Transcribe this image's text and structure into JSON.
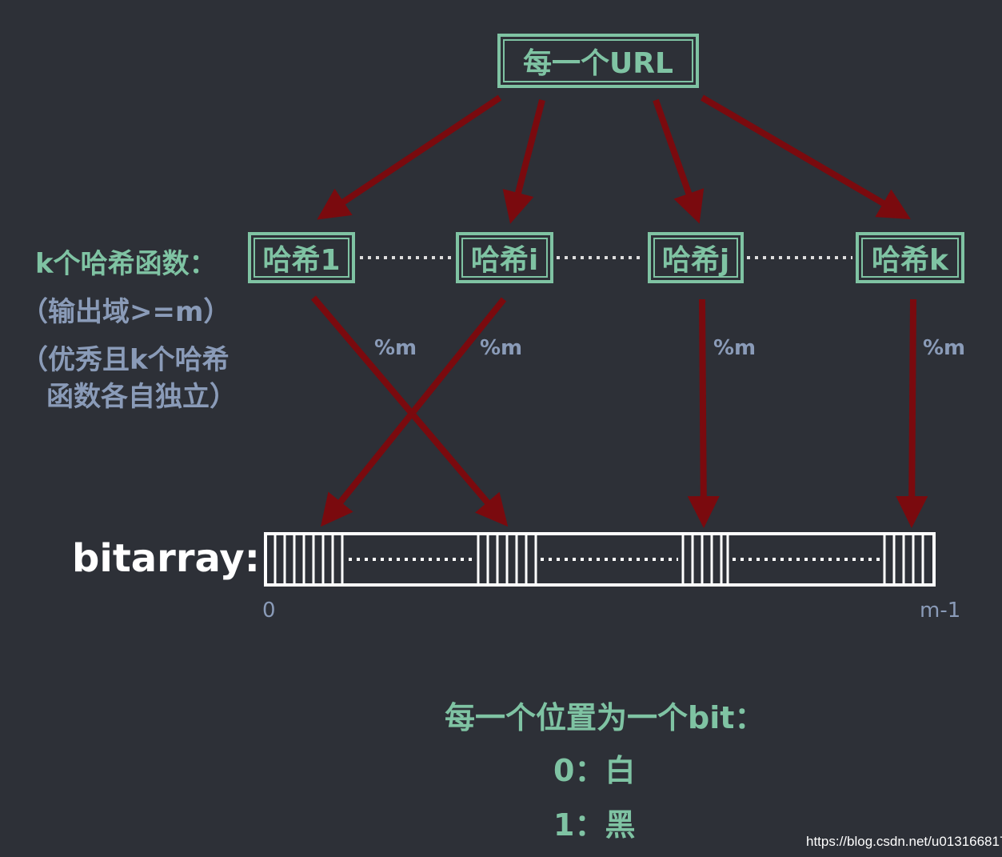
{
  "url_box": {
    "label": "每一个URL"
  },
  "hash_functions": {
    "label": "k个哈希函数：",
    "domain_note": "（输出域>=m）",
    "quality_note_line1": "（优秀且k个哈希",
    "quality_note_line2": "函数各自独立）",
    "items": [
      {
        "label": "哈希1"
      },
      {
        "label": "哈希i"
      },
      {
        "label": "哈希j"
      },
      {
        "label": "哈希k"
      }
    ]
  },
  "mod_labels": [
    "%m",
    "%m",
    "%m",
    "%m"
  ],
  "bitarray": {
    "label": "bitarray:",
    "start_index": "0",
    "end_index": "m-1"
  },
  "legend": {
    "title": "每一个位置为一个bit：",
    "zero": "0：白",
    "one": "1：黑"
  },
  "watermark": "https://blog.csdn.net/u013166817",
  "colors": {
    "background": "#2d3037",
    "box_green": "#7fc3a3",
    "arrow_red": "#7a0a0e",
    "note_blue": "#8a9bb8",
    "bitarray_white": "#ffffff"
  }
}
